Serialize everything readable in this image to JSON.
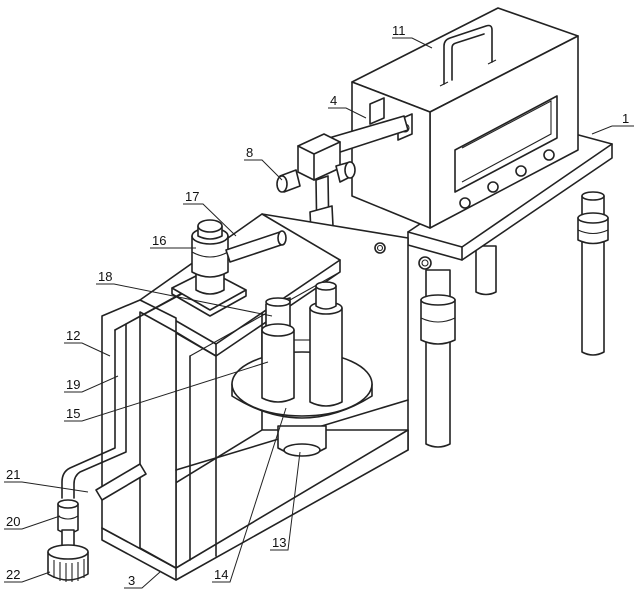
{
  "diagram": {
    "labels": [
      {
        "id": "1",
        "text": "1"
      },
      {
        "id": "3",
        "text": "3"
      },
      {
        "id": "4",
        "text": "4"
      },
      {
        "id": "8",
        "text": "8"
      },
      {
        "id": "11",
        "text": "11"
      },
      {
        "id": "12",
        "text": "12"
      },
      {
        "id": "13",
        "text": "13"
      },
      {
        "id": "14",
        "text": "14"
      },
      {
        "id": "15",
        "text": "15"
      },
      {
        "id": "16",
        "text": "16"
      },
      {
        "id": "17",
        "text": "17"
      },
      {
        "id": "18",
        "text": "18"
      },
      {
        "id": "19",
        "text": "19"
      },
      {
        "id": "20",
        "text": "20"
      },
      {
        "id": "21",
        "text": "21"
      },
      {
        "id": "22",
        "text": "22"
      }
    ]
  }
}
